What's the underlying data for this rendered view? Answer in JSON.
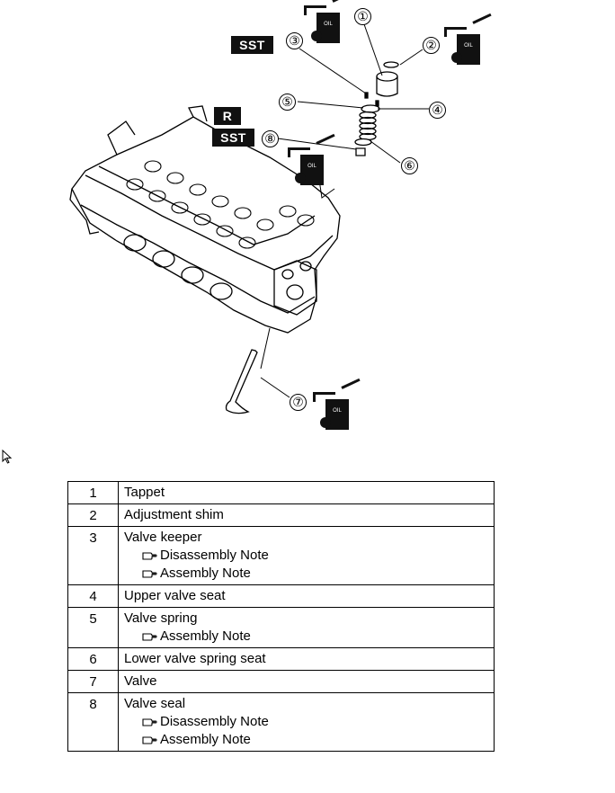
{
  "diagram": {
    "tags": {
      "sst_top": "SST",
      "r": "R",
      "sst_mid": "SST"
    },
    "oil_label": "OIL",
    "callouts": [
      "①",
      "②",
      "③",
      "④",
      "⑤",
      "⑥",
      "⑦",
      "⑧"
    ]
  },
  "parts": [
    {
      "num": "1",
      "name": "Tappet",
      "notes": []
    },
    {
      "num": "2",
      "name": "Adjustment shim",
      "notes": []
    },
    {
      "num": "3",
      "name": "Valve keeper",
      "notes": [
        "Disassembly Note",
        "Assembly Note"
      ]
    },
    {
      "num": "4",
      "name": "Upper valve seat",
      "notes": []
    },
    {
      "num": "5",
      "name": "Valve spring",
      "notes": [
        "Assembly Note"
      ]
    },
    {
      "num": "6",
      "name": "Lower valve spring seat",
      "notes": []
    },
    {
      "num": "7",
      "name": "Valve",
      "notes": []
    },
    {
      "num": "8",
      "name": "Valve seal",
      "notes": [
        "Disassembly Note",
        "Assembly Note"
      ]
    }
  ]
}
